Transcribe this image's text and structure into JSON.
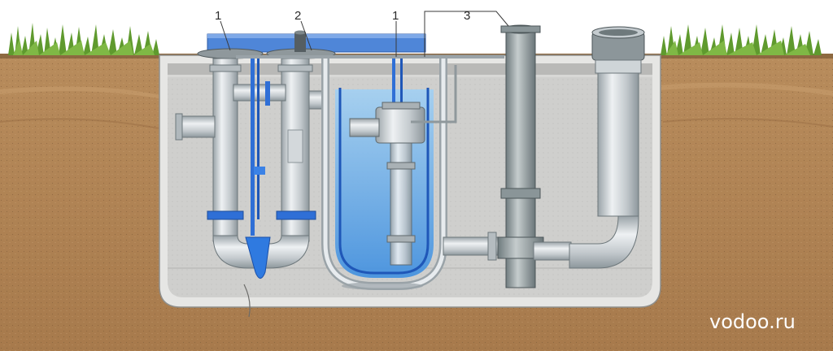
{
  "callouts": {
    "label_1_left": "1",
    "label_2": "2",
    "label_1_right": "1",
    "label_3": "3"
  },
  "watermark": "vodoo.ru",
  "colors": {
    "soil": "#b08455",
    "soil_dark": "#8e6640",
    "grass": "#5f9a2e",
    "concrete": "#e4e4e2",
    "tank_inner": "#c9c9c7",
    "pipe_grey": "#c7ccd0",
    "pipe_dark": "#8a969a",
    "accent_blue": "#2f6fd6",
    "water_blue": "#6fb2ea"
  }
}
